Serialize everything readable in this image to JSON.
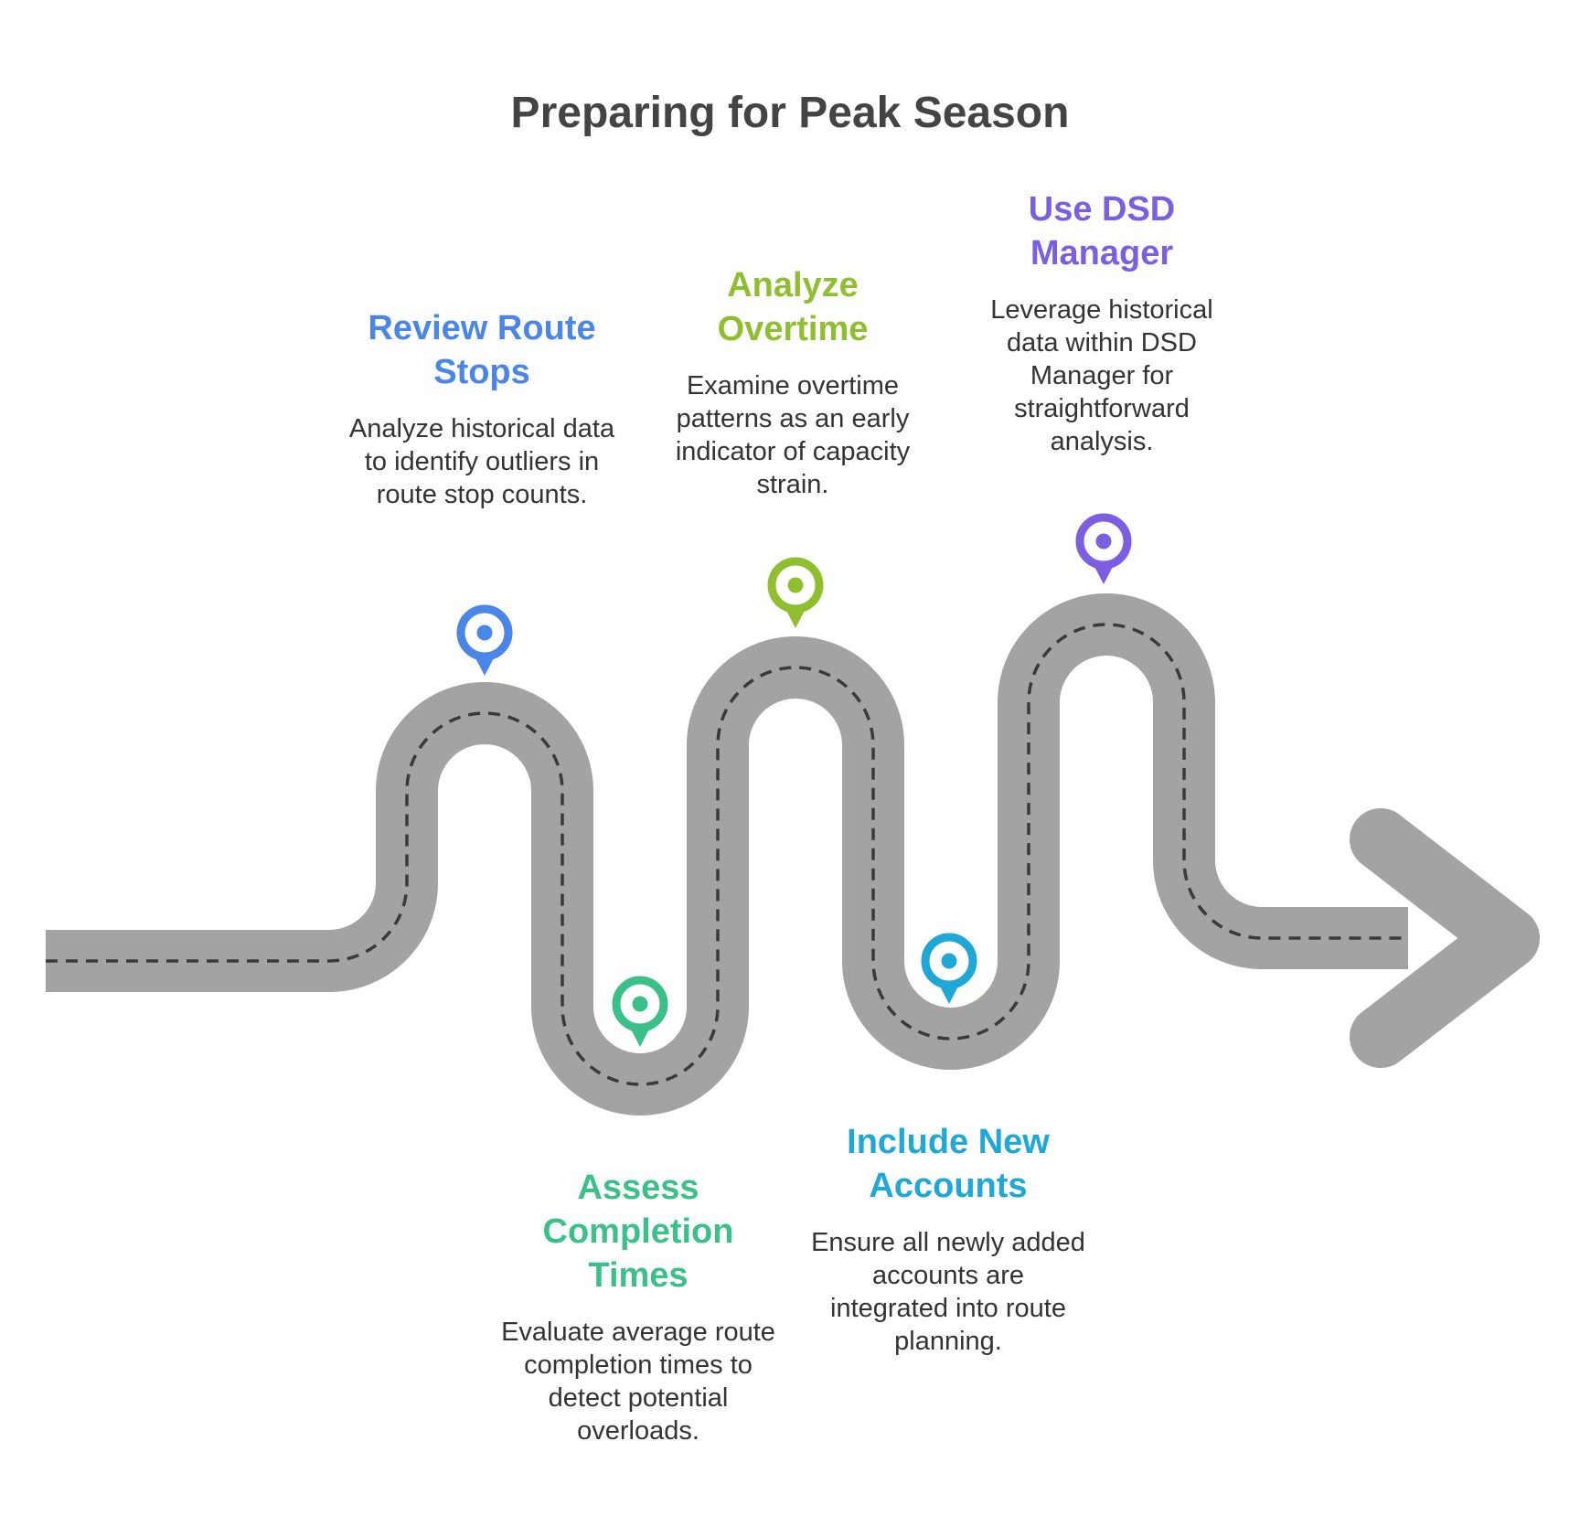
{
  "title": "Preparing for Peak Season",
  "colors": {
    "road": "#a3a3a3",
    "dash": "#3a3a3a",
    "title": "#444444",
    "text": "#333333"
  },
  "steps": [
    {
      "title_line1": "Review Route",
      "title_line2": "Stops",
      "title_line3": "",
      "description": "Analyze historical data to identify outliers in route stop counts.",
      "color": "#4a86e8",
      "icon": "map-pin-icon"
    },
    {
      "title_line1": "Assess",
      "title_line2": "Completion",
      "title_line3": "Times",
      "description": "Evaluate average route completion times to detect potential overloads.",
      "color": "#3cc08a",
      "icon": "map-pin-icon"
    },
    {
      "title_line1": "Analyze",
      "title_line2": "Overtime",
      "title_line3": "",
      "description": "Examine overtime patterns as an early indicator of capacity strain.",
      "color": "#8fbf2f",
      "icon": "map-pin-icon"
    },
    {
      "title_line1": "Include New",
      "title_line2": "Accounts",
      "title_line3": "",
      "description": "Ensure all newly added accounts are integrated into route planning.",
      "color": "#1fa7d6",
      "icon": "map-pin-icon"
    },
    {
      "title_line1": "Use DSD",
      "title_line2": "Manager",
      "title_line3": "",
      "description": "Leverage historical data within DSD Manager for straightforward analysis.",
      "color": "#7b5fe0",
      "icon": "map-pin-icon"
    }
  ]
}
